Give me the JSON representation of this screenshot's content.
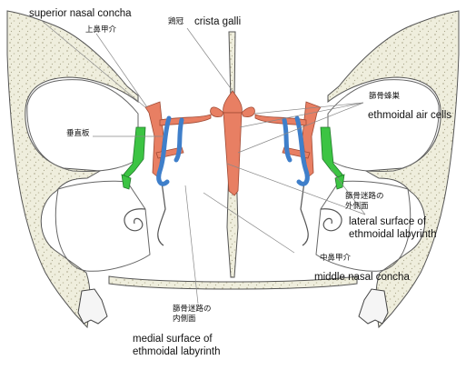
{
  "colors": {
    "bone_fill": "#efeedd",
    "bone_stroke": "#555555",
    "cell_red": "#e87f63",
    "turbinate_blue": "#3f7fca",
    "lateral_green": "#3cc443",
    "leader": "#888888"
  },
  "labels": {
    "superior_nasal_concha": "superior nasal concha",
    "superior_nasal_concha_jp": "上鼻甲介",
    "crista_galli": "crista galli",
    "crista_galli_jp": "鶏冠",
    "perpendicular_plate_jp": "垂直板",
    "ethmoidal_air_cells_jp": "篩骨蜂巣",
    "ethmoidal_air_cells": "ethmoidal air cells",
    "lateral_surface_jp_1": "篩骨迷路の",
    "lateral_surface_jp_2": "外側面",
    "lateral_surface_1": "lateral surface of",
    "lateral_surface_2": "ethmoidal labyrinth",
    "middle_nasal_concha_jp": "中鼻甲介",
    "middle_nasal_concha": "middle nasal concha",
    "medial_surface_jp_1": "篩骨迷路の",
    "medial_surface_jp_2": "内側面",
    "medial_surface_1": "medial surface of",
    "medial_surface_2": "ethmoidal labyrinth"
  }
}
